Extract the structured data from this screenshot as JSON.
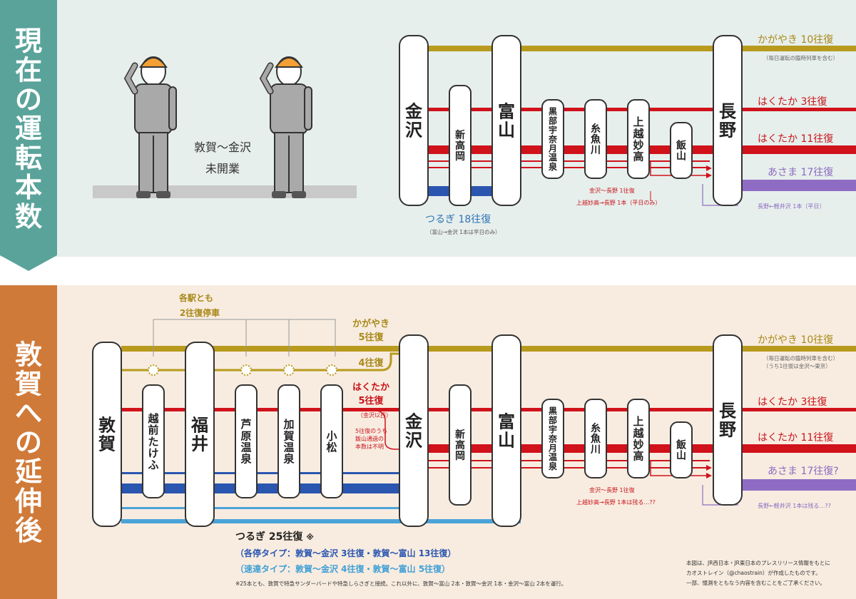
{
  "side_titles": {
    "current": "現在の運転本数",
    "extension": "敦賀への延伸後"
  },
  "colors": {
    "kagayaki": "#b89a1d",
    "hakutaka": "#d0121b",
    "tsurugi": "#2a56b0",
    "tsurugi_rapid": "#4aa3d8",
    "asama": "#8f6cc4",
    "current_banner": "#5aa39a",
    "extension_banner": "#d07a39"
  },
  "current": {
    "stations": [
      "金沢",
      "新高岡",
      "富山",
      "黒部宇奈月温泉",
      "糸魚川",
      "上越妙高",
      "飯山",
      "長野"
    ],
    "unopened_line1": "敦賀〜金沢",
    "unopened_line2": "未開業",
    "kagayaki": {
      "name": "かがやき",
      "count": "10往復",
      "note": "（毎日運転の臨時列車を含む）"
    },
    "hakutaka_a": {
      "name": "はくたか",
      "count": "3往復"
    },
    "hakutaka_b": {
      "name": "はくたか",
      "count": "11往復"
    },
    "asama": {
      "name": "あさま",
      "count": "17往復"
    },
    "tsurugi": {
      "name": "つるぎ",
      "count": "18往復",
      "note": "（富山→金沢 1本は平日のみ）"
    },
    "kanazawa_nagano_note": "金沢〜長野 1往復",
    "joetsu_nagano_note": "上越妙高→長野 1本（平日のみ）",
    "karuizawa_note": "長野←軽井沢 1本（平日）"
  },
  "extension": {
    "stations": [
      "敦賀",
      "越前たけふ",
      "福井",
      "芦原温泉",
      "加賀温泉",
      "小松",
      "金沢",
      "新高岡",
      "富山",
      "黒部宇奈月温泉",
      "糸魚川",
      "上越妙高",
      "飯山",
      "長野"
    ],
    "stop_note_line1": "各駅とも",
    "stop_note_line2": "2往復停車",
    "kagayaki_left_name": "かがやき",
    "kagayaki_left_a": "5往復",
    "kagayaki_left_b": "4往復",
    "hakutaka_left_name": "はくたか",
    "hakutaka_left_count": "5往復",
    "hakutaka_left_via": "（金沢以西）",
    "iiyama_note_line1": "5往復のうち",
    "iiyama_note_line2": "飯山通過の",
    "iiyama_note_line3": "本数は不明",
    "kagayaki": {
      "name": "かがやき",
      "count": "10往復",
      "note1": "（毎日運転の臨時列車を含む）",
      "note2": "（うち1往復は金沢〜東京）"
    },
    "hakutaka_a": {
      "name": "はくたか",
      "count": "3往復"
    },
    "hakutaka_b": {
      "name": "はくたか",
      "count": "11往復"
    },
    "asama": {
      "name": "あさま",
      "count": "17往復?"
    },
    "kanazawa_nagano_note": "金沢〜長野 1往復",
    "joetsu_nagano_note": "上越妙高→長野 1本は残る…??",
    "karuizawa_note": "長野←軽井沢 1本は残る…??",
    "tsurugi": {
      "name": "つるぎ",
      "count": "25往復",
      "mark": "※",
      "local_type": "（各停タイプ：敦賀〜金沢 3往復・敦賀〜富山 13往復）",
      "rapid_type": "（速達タイプ：敦賀〜金沢 4往復・敦賀〜富山 5往復）",
      "footnote": "※25本とも、敦賀で特急サンダーバードや特急しらさぎと接続。これ以外に、敦賀〜富山 2本・敦賀〜金沢 1本・金沢〜富山 2本を運行。"
    }
  },
  "credit": {
    "line1": "本図は、JR西日本・JR東日本のプレスリリース情報をもとに",
    "line2": "カオストレイン（@chaostrain）が作成したものです。",
    "line3": "一部、憶測をともなう内容を含むことをご了承ください。"
  }
}
